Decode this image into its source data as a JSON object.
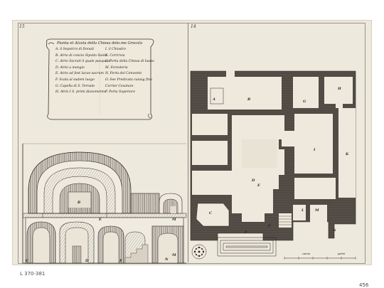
{
  "page": {
    "left_number": "15",
    "right_number": "14",
    "bottom_left_caption": "L 370-381",
    "bottom_right_caption": "456"
  },
  "legend": {
    "title": "Pianta et Alzata della Chiesa delo.me Grocola",
    "left_column": [
      "A. il Sepolcro di Donati",
      "B. Atrio di concio Sipvito Santo",
      "C. Atrio Sacrati il quale pasquale",
      "D. Atrio a mangio",
      "E. Atrio ad fest lacun sacrum",
      "F. Scala al sudem luogo",
      "G. Capella di S. Ternato",
      "H. Atrio I S. primi dianomento"
    ],
    "right_column": [
      "I. il Chiostro",
      "K. Corrirvia",
      "L. Porta della Chiesa di basso",
      "M. Foresteria",
      "N. Porta del Convento",
      "O. See Predicata cuiusg fino",
      "  Corrier Cesature",
      "P. Porta Superiore"
    ]
  },
  "elevation_labels": {
    "B": "B",
    "E": "E",
    "M1": "M",
    "M2": "M",
    "N": "N",
    "C": "C",
    "D": "D",
    "F": "F"
  },
  "plan_labels": {
    "A": "A",
    "B": "B",
    "G": "G",
    "H": "H",
    "I": "I",
    "K": "K",
    "D": "D",
    "E": "E",
    "C": "C",
    "L": "L",
    "M": "M",
    "N": "N",
    "P": "P",
    "F": "F"
  },
  "scale": {
    "left": "canna",
    "right": "palmi"
  },
  "colors": {
    "paper": "#eee9dd",
    "ink": "#2a2620",
    "hatch": "#57514a"
  }
}
